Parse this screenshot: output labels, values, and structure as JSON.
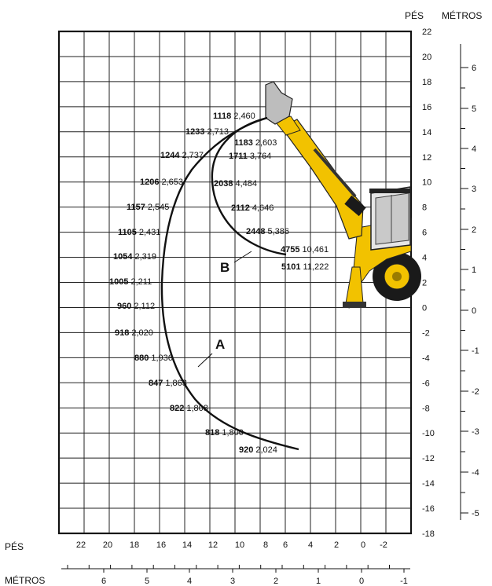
{
  "axes": {
    "feet_label": "PÉS",
    "meters_label": "MÉTROS",
    "right_feet_ticks": [
      "22",
      "20",
      "18",
      "16",
      "14",
      "12",
      "10",
      "8",
      "6",
      "4",
      "2",
      "0",
      "-2",
      "-4",
      "-6",
      "-8",
      "-10",
      "-12",
      "-14",
      "-16",
      "-18"
    ],
    "right_meter_ticks": [
      "6",
      "5",
      "4",
      "3",
      "2",
      "1",
      "0",
      "-1",
      "-2",
      "-3",
      "-4",
      "-5"
    ],
    "bottom_feet_ticks": [
      "22",
      "20",
      "18",
      "16",
      "14",
      "12",
      "10",
      "8",
      "6",
      "4",
      "2",
      "0",
      "-2"
    ],
    "bottom_meter_ticks": [
      "6",
      "5",
      "4",
      "3",
      "2",
      "1",
      "0",
      "-1"
    ]
  },
  "curves": {
    "A": {
      "letter": "A"
    },
    "B": {
      "letter": "B"
    }
  },
  "points": [
    {
      "b": "1118",
      "v": "2,460"
    },
    {
      "b": "1233",
      "v": "2,713"
    },
    {
      "b": "1183",
      "v": "2,603"
    },
    {
      "b": "1244",
      "v": "2,737"
    },
    {
      "b": "1711",
      "v": "3,764"
    },
    {
      "b": "1206",
      "v": "2,653"
    },
    {
      "b": "2038",
      "v": "4,484"
    },
    {
      "b": "1157",
      "v": "2,545"
    },
    {
      "b": "2112",
      "v": "4,646"
    },
    {
      "b": "1105",
      "v": "2,431"
    },
    {
      "b": "2448",
      "v": "5,386"
    },
    {
      "b": "4755",
      "v": "10,461"
    },
    {
      "b": "1054",
      "v": "2,319"
    },
    {
      "b": "5101",
      "v": "11,222"
    },
    {
      "b": "1005",
      "v": "2,211"
    },
    {
      "b": "960",
      "v": "2,112"
    },
    {
      "b": "918",
      "v": "2,020"
    },
    {
      "b": "880",
      "v": "1,936"
    },
    {
      "b": "847",
      "v": "1,863"
    },
    {
      "b": "822",
      "v": "1,808"
    },
    {
      "b": "818",
      "v": "1,800"
    },
    {
      "b": "920",
      "v": "2,024"
    }
  ],
  "colors": {
    "machine": "#f2c200",
    "grid": "#222222"
  }
}
